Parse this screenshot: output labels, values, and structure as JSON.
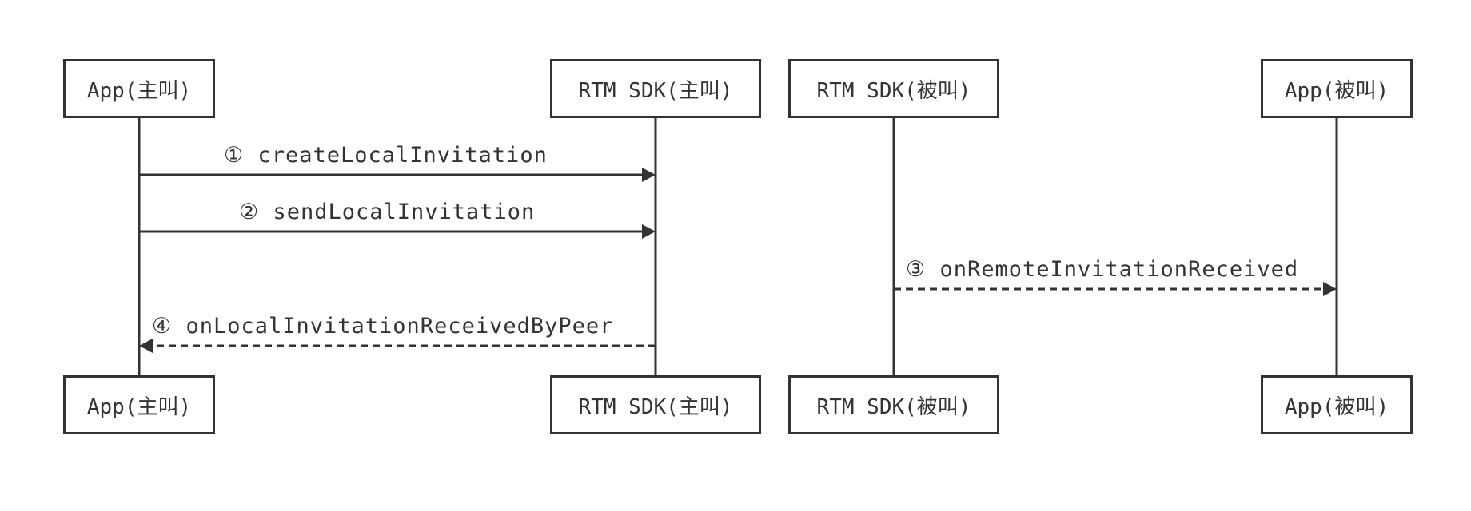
{
  "participants": {
    "caller_app": "App(主叫)",
    "caller_sdk": "RTM SDK(主叫)",
    "callee_sdk": "RTM SDK(被叫)",
    "callee_app": "App(被叫)"
  },
  "messages": [
    {
      "label": "① createLocalInvitation",
      "from": "caller_app",
      "to": "caller_sdk",
      "style": "solid"
    },
    {
      "label": "② sendLocalInvitation",
      "from": "caller_app",
      "to": "caller_sdk",
      "style": "solid"
    },
    {
      "label": "③ onRemoteInvitationReceived",
      "from": "callee_sdk",
      "to": "callee_app",
      "style": "dashed"
    },
    {
      "label": "④ onLocalInvitationReceivedByPeer",
      "from": "caller_sdk",
      "to": "caller_app",
      "style": "dashed"
    }
  ],
  "colors": {
    "stroke": "#333333",
    "background": "#ffffff"
  }
}
